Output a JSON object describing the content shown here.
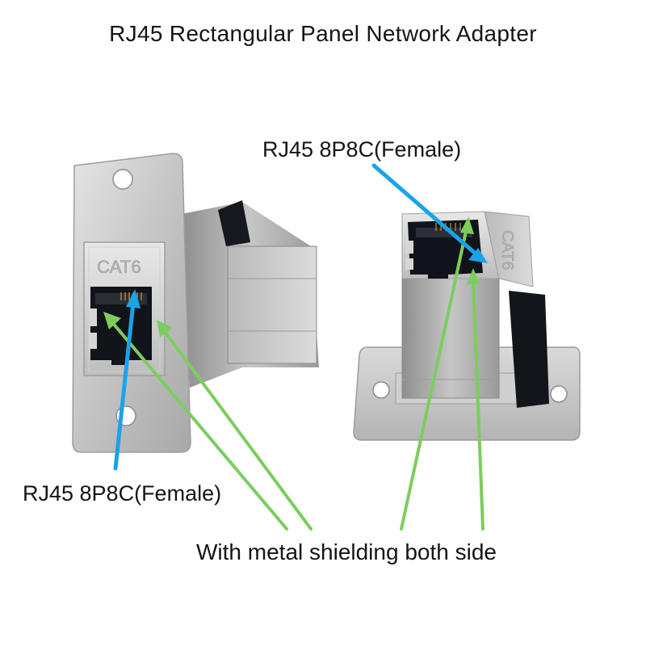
{
  "title": "RJ45 Rectangular Panel Network Adapter",
  "labels": {
    "connector_top_right": "RJ45 8P8C(Female)",
    "connector_bottom_left": "RJ45 8P8C(Female)",
    "shielding": "With metal shielding both side"
  },
  "product_marking": "CAT6",
  "colors": {
    "connector_arrow": "#1aa3e8",
    "shielding_arrow": "#7ccd5e",
    "text": "#141414",
    "metal": "#c9c9c9",
    "plastic": "#101418"
  }
}
